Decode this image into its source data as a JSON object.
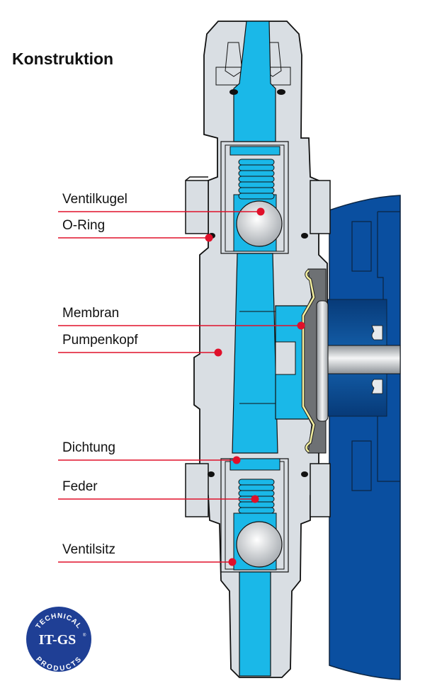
{
  "title": "Konstruktion",
  "labels": [
    {
      "id": "ventilkugel",
      "text": "Ventilkugel"
    },
    {
      "id": "o-ring",
      "text": "O-Ring"
    },
    {
      "id": "membran",
      "text": "Membran"
    },
    {
      "id": "pumpenkopf",
      "text": "Pumpenkopf"
    },
    {
      "id": "dichtung",
      "text": "Dichtung"
    },
    {
      "id": "feder",
      "text": "Feder"
    },
    {
      "id": "ventilsitz",
      "text": "Ventilsitz"
    }
  ],
  "logo": {
    "top_text": "TECHNICAL",
    "center_text": "IT-GS",
    "registered": "®",
    "bottom_text": "PRODUCTS"
  },
  "colors": {
    "body_gray": "#d9dee3",
    "fluid_blue": "#1ab8e8",
    "motor_blue": "#0a4fa0",
    "leader_red": "#e0102a",
    "membrane_yellow": "#f3efa0",
    "logo_blue": "#1f3f95"
  }
}
